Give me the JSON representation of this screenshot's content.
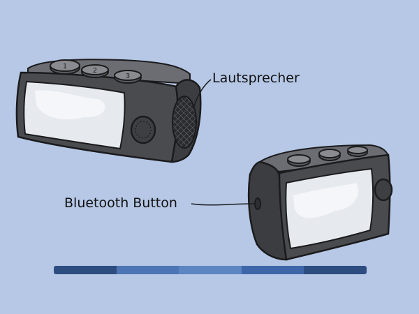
{
  "labels": {
    "speaker": "Lautsprecher",
    "bluetooth_button": "Bluetooth Button"
  },
  "radio_left": {
    "preset_buttons": [
      "1",
      "2",
      "3"
    ]
  },
  "progress": {
    "segments": 5,
    "colors": [
      "#2d4d80",
      "#4d74b4",
      "#5d85c2",
      "#3f66a8",
      "#2d4d80"
    ]
  },
  "colors": {
    "background": "#b6c8e6",
    "body": "#4a4b4f",
    "screen": "#e6eaef",
    "outline": "#1b1b1d"
  }
}
